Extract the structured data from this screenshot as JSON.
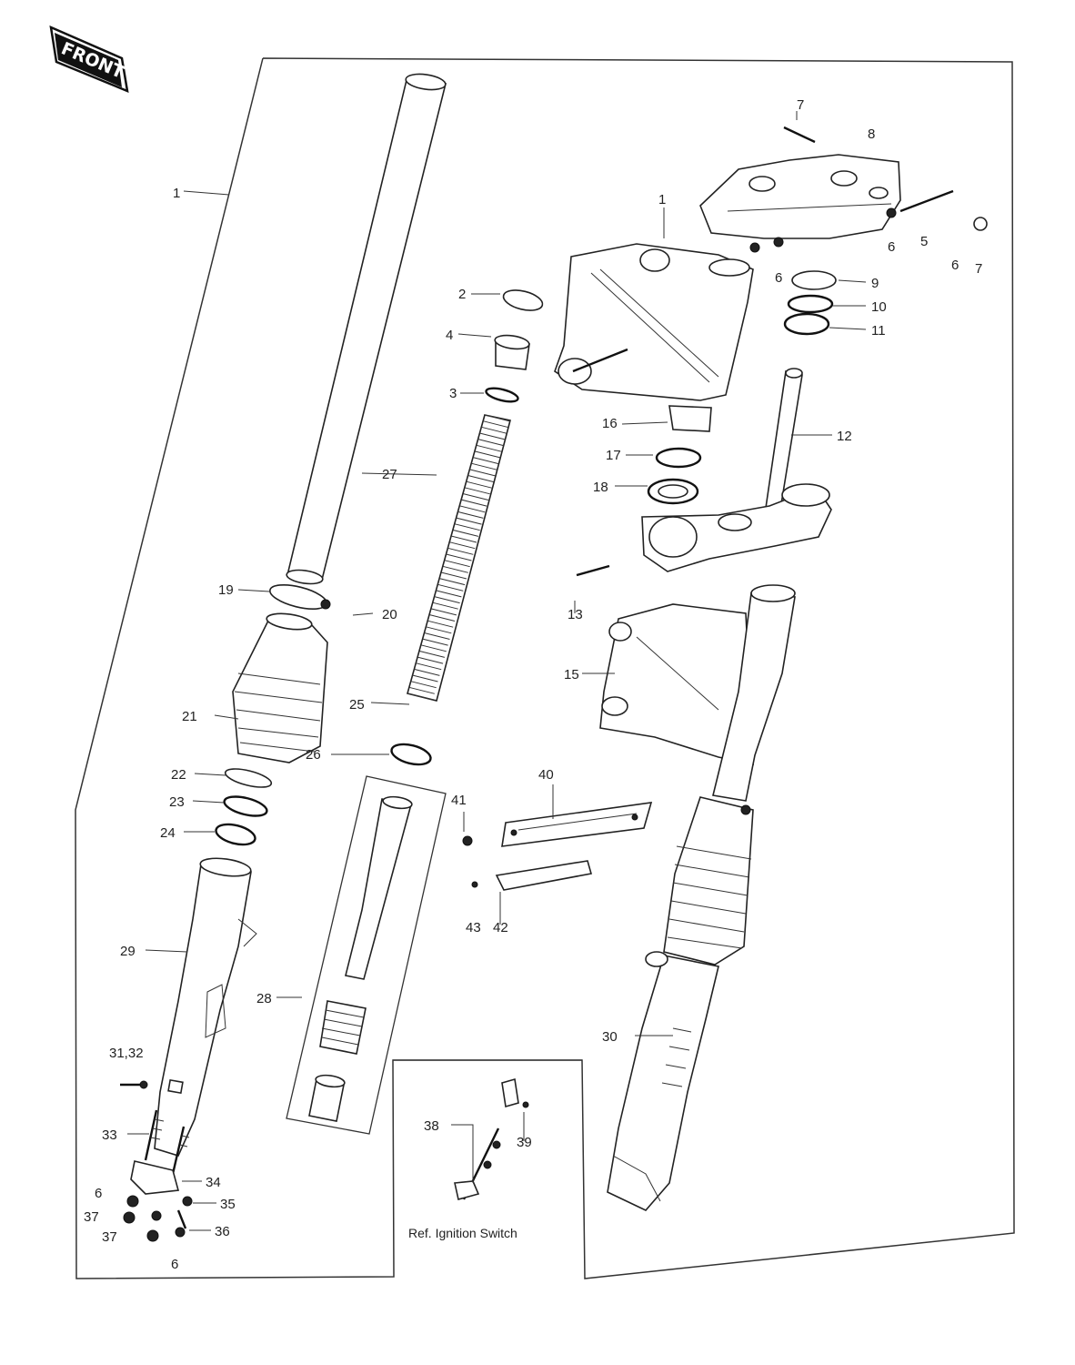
{
  "front_label": "FRONT",
  "inset_caption": "Ref. Ignition Switch",
  "callouts": [
    {
      "id": "c1a",
      "text": "1"
    },
    {
      "id": "c1b",
      "text": "1"
    },
    {
      "id": "c2",
      "text": "2"
    },
    {
      "id": "c3",
      "text": "3"
    },
    {
      "id": "c4",
      "text": "4"
    },
    {
      "id": "c5",
      "text": "5"
    },
    {
      "id": "c6a",
      "text": "6"
    },
    {
      "id": "c6b",
      "text": "6"
    },
    {
      "id": "c6c",
      "text": "6"
    },
    {
      "id": "c6d",
      "text": "6"
    },
    {
      "id": "c6e",
      "text": "6"
    },
    {
      "id": "c7a",
      "text": "7"
    },
    {
      "id": "c7b",
      "text": "7"
    },
    {
      "id": "c8",
      "text": "8"
    },
    {
      "id": "c9",
      "text": "9"
    },
    {
      "id": "c10",
      "text": "10"
    },
    {
      "id": "c11",
      "text": "11"
    },
    {
      "id": "c12",
      "text": "12"
    },
    {
      "id": "c13",
      "text": "13"
    },
    {
      "id": "c15",
      "text": "15"
    },
    {
      "id": "c16",
      "text": "16"
    },
    {
      "id": "c17",
      "text": "17"
    },
    {
      "id": "c18",
      "text": "18"
    },
    {
      "id": "c19",
      "text": "19"
    },
    {
      "id": "c20",
      "text": "20"
    },
    {
      "id": "c21",
      "text": "21"
    },
    {
      "id": "c22",
      "text": "22"
    },
    {
      "id": "c23",
      "text": "23"
    },
    {
      "id": "c24",
      "text": "24"
    },
    {
      "id": "c25",
      "text": "25"
    },
    {
      "id": "c26",
      "text": "26"
    },
    {
      "id": "c27",
      "text": "27"
    },
    {
      "id": "c28",
      "text": "28"
    },
    {
      "id": "c29",
      "text": "29"
    },
    {
      "id": "c30",
      "text": "30"
    },
    {
      "id": "c3132",
      "text": "31,32"
    },
    {
      "id": "c33",
      "text": "33"
    },
    {
      "id": "c34",
      "text": "34"
    },
    {
      "id": "c35",
      "text": "35"
    },
    {
      "id": "c36",
      "text": "36"
    },
    {
      "id": "c37a",
      "text": "37"
    },
    {
      "id": "c37b",
      "text": "37"
    },
    {
      "id": "c38",
      "text": "38"
    },
    {
      "id": "c39",
      "text": "39"
    },
    {
      "id": "c40",
      "text": "40"
    },
    {
      "id": "c41",
      "text": "41"
    },
    {
      "id": "c42",
      "text": "42"
    },
    {
      "id": "c43",
      "text": "43"
    }
  ]
}
